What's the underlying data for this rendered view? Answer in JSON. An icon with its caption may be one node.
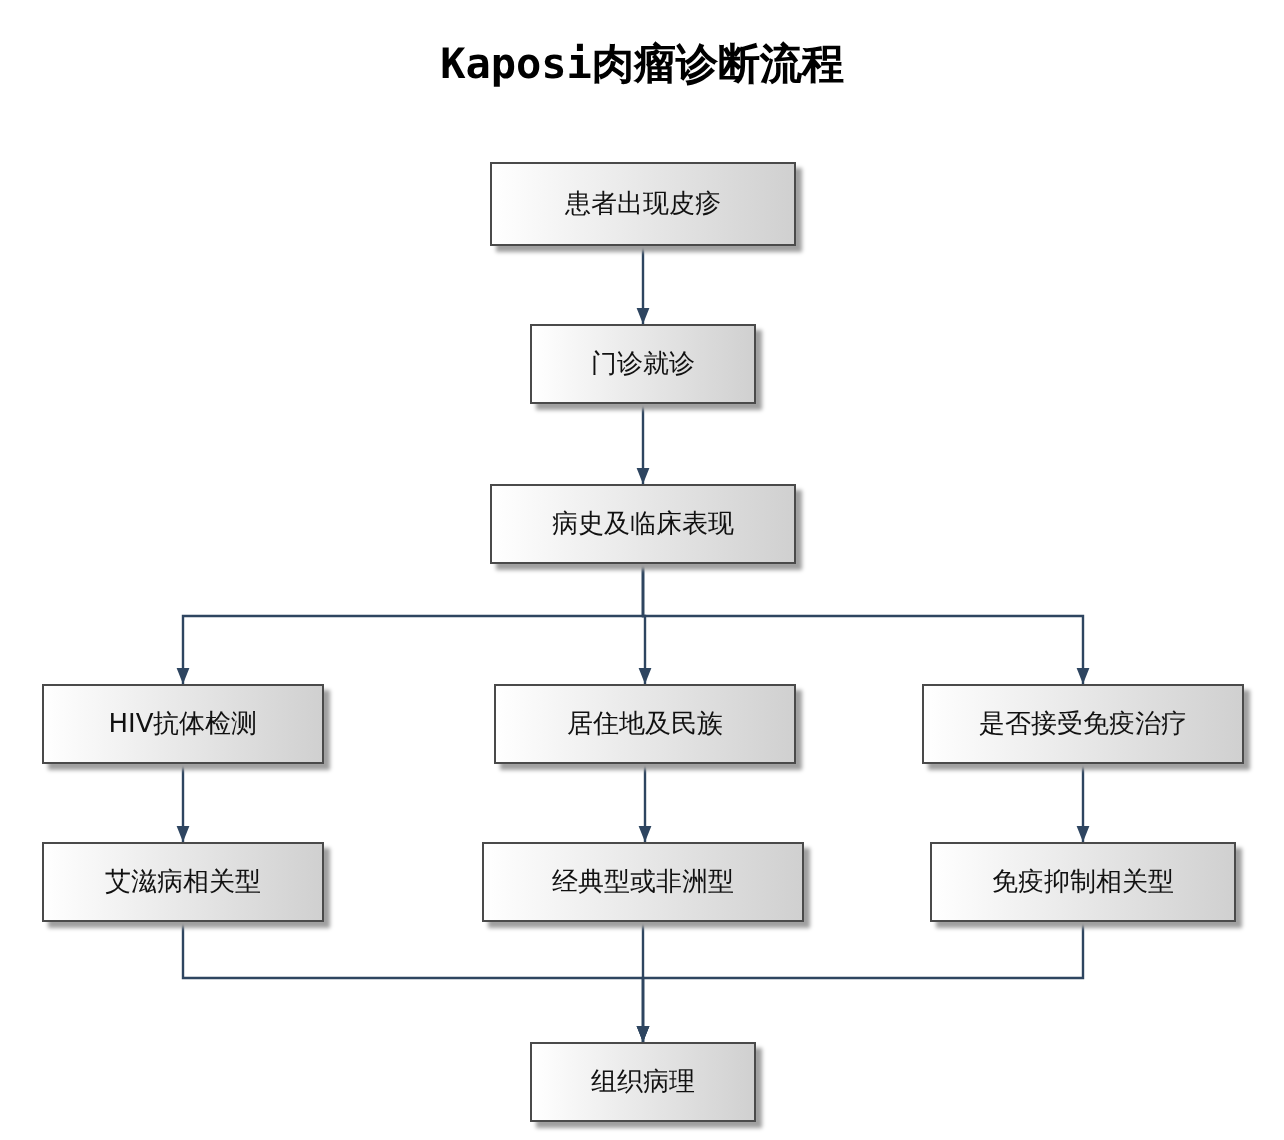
{
  "diagram": {
    "title": "Kaposi肉瘤诊断流程",
    "nodes": [
      {
        "text": [
          "患者出现皮疹"
        ]
      },
      {
        "text": [
          "门诊就诊"
        ]
      },
      {
        "text": [
          "病史及临床表现"
        ]
      },
      {
        "text": [
          "HIV抗体检测"
        ]
      },
      {
        "text": [
          "居住地及民族"
        ]
      },
      {
        "text": [
          "是否接受免疫治疗"
        ]
      },
      {
        "text": [
          "艾滋病相关型"
        ]
      },
      {
        "text": [
          "经典型或非洲型"
        ]
      },
      {
        "text": [
          "免疫抑制相关型"
        ]
      },
      {
        "text": [
          "组织病理"
        ]
      }
    ],
    "edges": [
      {
        "from": 0,
        "to": 1,
        "arrow": "to"
      },
      {
        "from": 1,
        "to": 2,
        "arrow": "to"
      },
      {
        "from": 2,
        "to": 3,
        "arrow": "to"
      },
      {
        "from": 2,
        "to": 4,
        "arrow": "to"
      },
      {
        "from": 2,
        "to": 5,
        "arrow": "to"
      },
      {
        "from": 3,
        "to": 6,
        "arrow": "to"
      },
      {
        "from": 4,
        "to": 7,
        "arrow": "to"
      },
      {
        "from": 5,
        "to": 8,
        "arrow": "to"
      },
      {
        "from": 6,
        "to": 9,
        "arrow": "to"
      },
      {
        "from": 7,
        "to": 9,
        "arrow": "to"
      },
      {
        "from": 8,
        "to": 9,
        "arrow": "to"
      }
    ]
  }
}
